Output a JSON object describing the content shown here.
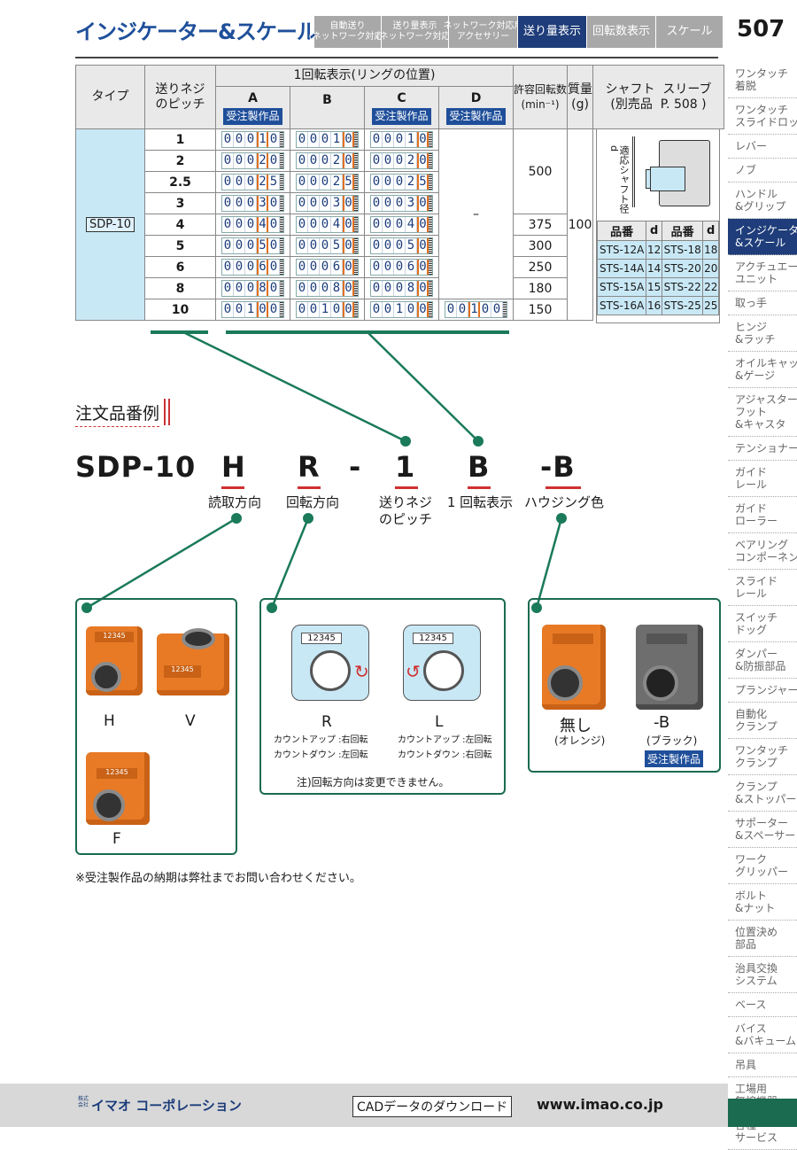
{
  "header": {
    "title": "インジケーター&スケール",
    "page_number": "507",
    "nav": [
      {
        "label": "自動送り\n(ネットワーク対応)"
      },
      {
        "label": "送り量表示\n(ネットワーク対応)"
      },
      {
        "label": "ネットワーク対応用\nアクセサリー"
      },
      {
        "label": "送り量表示",
        "active": true
      },
      {
        "label": "回転数表示"
      },
      {
        "label": "スケール"
      }
    ]
  },
  "table": {
    "h_type": "タイプ",
    "h_pitch": "送りネジ\nのピッチ",
    "h_ring": "1回転表示(リングの位置)",
    "h_speed": "許容回転数\n(min⁻¹)",
    "h_mass": "質量\n(g)",
    "h_shaft": "シャフト  スリーブ\n(別売品  P. 508 )",
    "col_a": "A",
    "col_b": "B",
    "col_c": "C",
    "col_d": "D",
    "badge": "受注製作品",
    "type_value": "SDP-10",
    "mass": "100",
    "dash": "–",
    "rows": [
      {
        "pitch": "1",
        "a": "00010",
        "b": "00010",
        "c": "00010",
        "d": "",
        "speed": "500"
      },
      {
        "pitch": "2",
        "a": "00020",
        "b": "00020",
        "c": "00020",
        "d": "",
        "speed": ""
      },
      {
        "pitch": "2.5",
        "a": "00025",
        "b": "00025",
        "c": "00025",
        "d": "",
        "speed": ""
      },
      {
        "pitch": "3",
        "a": "00030",
        "b": "00030",
        "c": "00030",
        "d": "",
        "speed": ""
      },
      {
        "pitch": "4",
        "a": "00040",
        "b": "00040",
        "c": "00040",
        "d": "",
        "speed": "375"
      },
      {
        "pitch": "5",
        "a": "00050",
        "b": "00050",
        "c": "00050",
        "d": "",
        "speed": "300"
      },
      {
        "pitch": "6",
        "a": "00060",
        "b": "00060",
        "c": "00060",
        "d": "",
        "speed": "250"
      },
      {
        "pitch": "8",
        "a": "00080",
        "b": "00080",
        "c": "00080",
        "d": "",
        "speed": "180"
      },
      {
        "pitch": "10",
        "a": "00100",
        "b": "00100",
        "c": "00100",
        "d": "00100",
        "speed": "150"
      }
    ],
    "shaft_label": "適応シャフト径  d",
    "shaft_d": "d",
    "shaft_head": [
      "品番",
      "d",
      "品番",
      "d"
    ],
    "shaft_rows": [
      [
        "STS-12A",
        "12",
        "STS-18",
        "18"
      ],
      [
        "STS-14A",
        "14",
        "STS-20",
        "20"
      ],
      [
        "STS-15A",
        "15",
        "STS-22",
        "22"
      ],
      [
        "STS-16A",
        "16",
        "STS-25",
        "25"
      ]
    ]
  },
  "order": {
    "title": "注文品番例",
    "code": [
      "SDP-10",
      "H",
      "R",
      "-",
      "1",
      "B",
      "-B"
    ],
    "captions": [
      "読取方向",
      "回転方向",
      "送りネジ\nのピッチ",
      "1 回転表示",
      "ハウジング色"
    ]
  },
  "panels": {
    "dir": {
      "h": "H",
      "v": "V",
      "f": "F",
      "counter_text": "12345"
    },
    "rot": {
      "r": "R",
      "l": "L",
      "counter": "12345",
      "r_note": "カウントアップ :右回転\nカウントダウン :左回転",
      "l_note": "カウントアップ :左回転\nカウントダウン :右回転",
      "note": "注)回転方向は変更できません。"
    },
    "color": {
      "none": "無し",
      "none_sub": "(オレンジ)",
      "b": "-B",
      "b_sub": "(ブラック)",
      "badge": "受注製作品"
    }
  },
  "footnote": "※受注製作品の納期は弊社までお問い合わせください。",
  "footer": {
    "company_small": "株式\n会社",
    "company": "イマオ コーポレーション",
    "cad": "CADデータのダウンロード",
    "url": "www.imao.co.jp"
  },
  "sidebar": [
    "ワンタッチ\n着脱",
    "ワンタッチ\nスライドロック",
    "レバー",
    "ノブ",
    "ハンドル\n&グリップ",
    "インジケーター\n&スケール",
    "アクチュエータ\nユニット",
    "取っ手",
    "ヒンジ\n&ラッチ",
    "オイルキャップ\n&ゲージ",
    "アジャスター\nフット\n&キャスタ",
    "テンショナー",
    "ガイド\nレール",
    "ガイド\nローラー",
    "ベアリング\nコンポーネント",
    "スライド\nレール",
    "スイッチ\nドッグ",
    "ダンパー\n&防振部品",
    "プランジャー",
    "自動化\nクランプ",
    "ワンタッチ\nクランプ",
    "クランプ\n&ストッパー",
    "サポーター\n&スペーサー",
    "ワーク\nグリッパー",
    "ボルト\n&ナット",
    "位置決め\n部品",
    "治具交換\nシステム",
    "ベース",
    "バイス\n&バキューム",
    "吊具",
    "工場用\n無線機器",
    "各種\nサービス"
  ],
  "sidebar_active": 5
}
